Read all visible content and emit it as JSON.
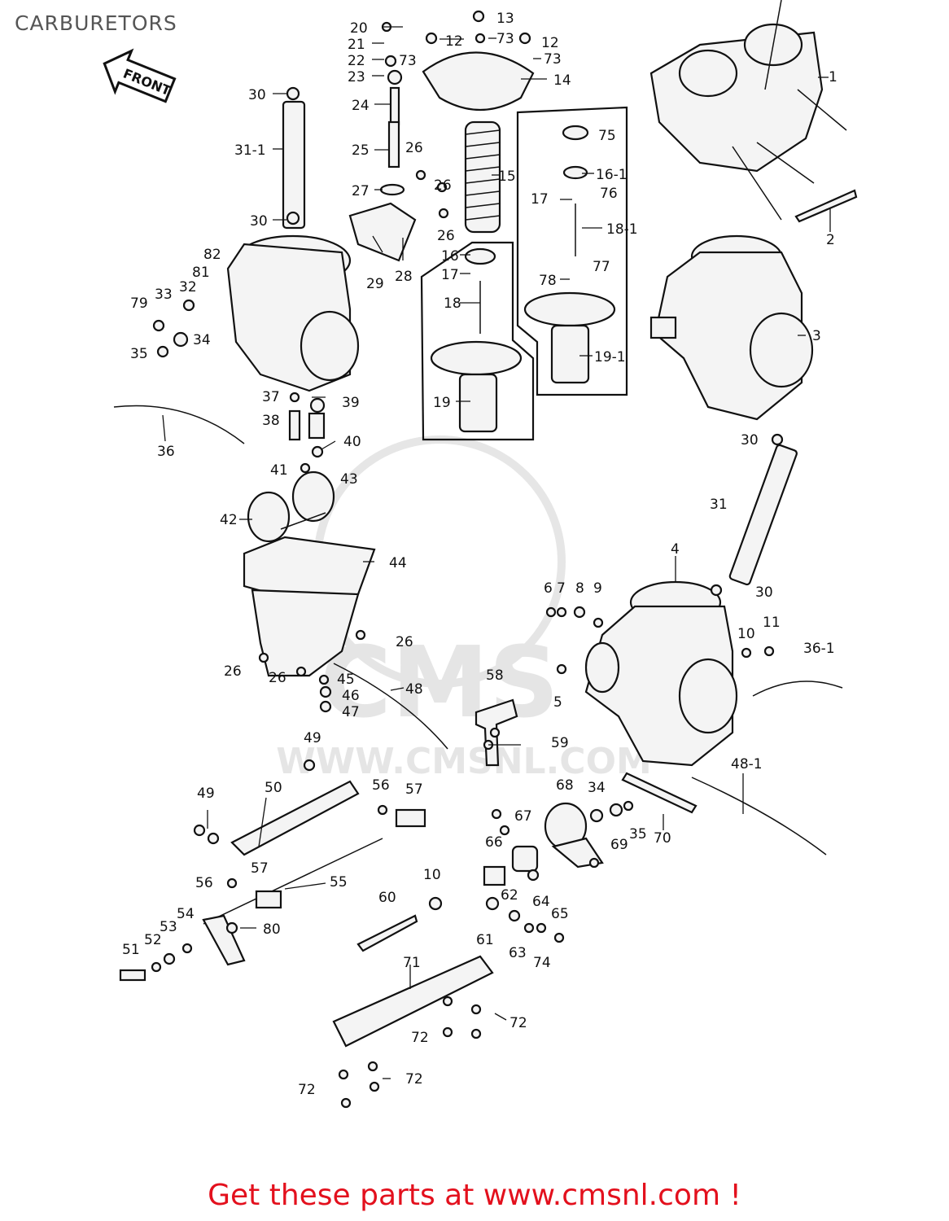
{
  "title": "CARBURETORS",
  "front_arrow": "FRONT",
  "footer": "Get these parts at www.cmsnl.com !",
  "watermark": "WWW.CMSNL.COM",
  "labels": [
    "1",
    "2",
    "3",
    "4",
    "5",
    "6",
    "7",
    "8",
    "9",
    "10",
    "11",
    "12",
    "13",
    "14",
    "15",
    "16",
    "16-1",
    "17",
    "18",
    "18-1",
    "19",
    "19-1",
    "20",
    "21",
    "22",
    "23",
    "24",
    "25",
    "26",
    "27",
    "28",
    "29",
    "30",
    "31",
    "31-1",
    "32",
    "33",
    "34",
    "35",
    "36",
    "36-1",
    "37",
    "38",
    "39",
    "40",
    "41",
    "42",
    "43",
    "44",
    "45",
    "46",
    "47",
    "48",
    "48-1",
    "49",
    "50",
    "51",
    "52",
    "53",
    "54",
    "55",
    "56",
    "57",
    "58",
    "59",
    "60",
    "61",
    "62",
    "63",
    "64",
    "65",
    "66",
    "67",
    "68",
    "69",
    "70",
    "71",
    "72",
    "73",
    "74",
    "75",
    "76",
    "77",
    "78",
    "79",
    "80",
    "81",
    "82"
  ]
}
